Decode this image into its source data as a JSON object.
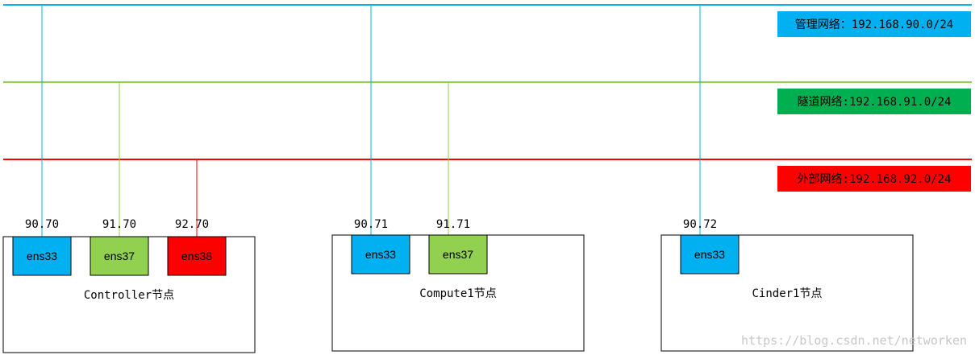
{
  "networks": [
    {
      "id": "mgmt",
      "label": "管理网络：192.168.90.0/24",
      "color": "#00b0f0"
    },
    {
      "id": "tunnel",
      "label": "隧道网络:192.168.91.0/24",
      "color": "#00b050"
    },
    {
      "id": "external",
      "label": "外部网络:192.168.92.0/24",
      "color": "#ff0000"
    }
  ],
  "line_colors": {
    "mgmt": "#00b0f0",
    "tunnel": "#92d050",
    "external": "#ff0000"
  },
  "nodes": [
    {
      "name": "Controller节点",
      "nics": [
        {
          "name": "ens33",
          "ip": "90.70",
          "net": "mgmt",
          "fill": "#00b0f0"
        },
        {
          "name": "ens37",
          "ip": "91.70",
          "net": "tunnel",
          "fill": "#92d050"
        },
        {
          "name": "ens38",
          "ip": "92.70",
          "net": "external",
          "fill": "#ff0000"
        }
      ]
    },
    {
      "name": "Compute1节点",
      "nics": [
        {
          "name": "ens33",
          "ip": "90.71",
          "net": "mgmt",
          "fill": "#00b0f0"
        },
        {
          "name": "ens37",
          "ip": "91.71",
          "net": "tunnel",
          "fill": "#92d050"
        }
      ]
    },
    {
      "name": "Cinder1节点",
      "nics": [
        {
          "name": "ens33",
          "ip": "90.72",
          "net": "mgmt",
          "fill": "#00b0f0"
        }
      ]
    }
  ],
  "watermark": "https://blog.csdn.net/networken"
}
